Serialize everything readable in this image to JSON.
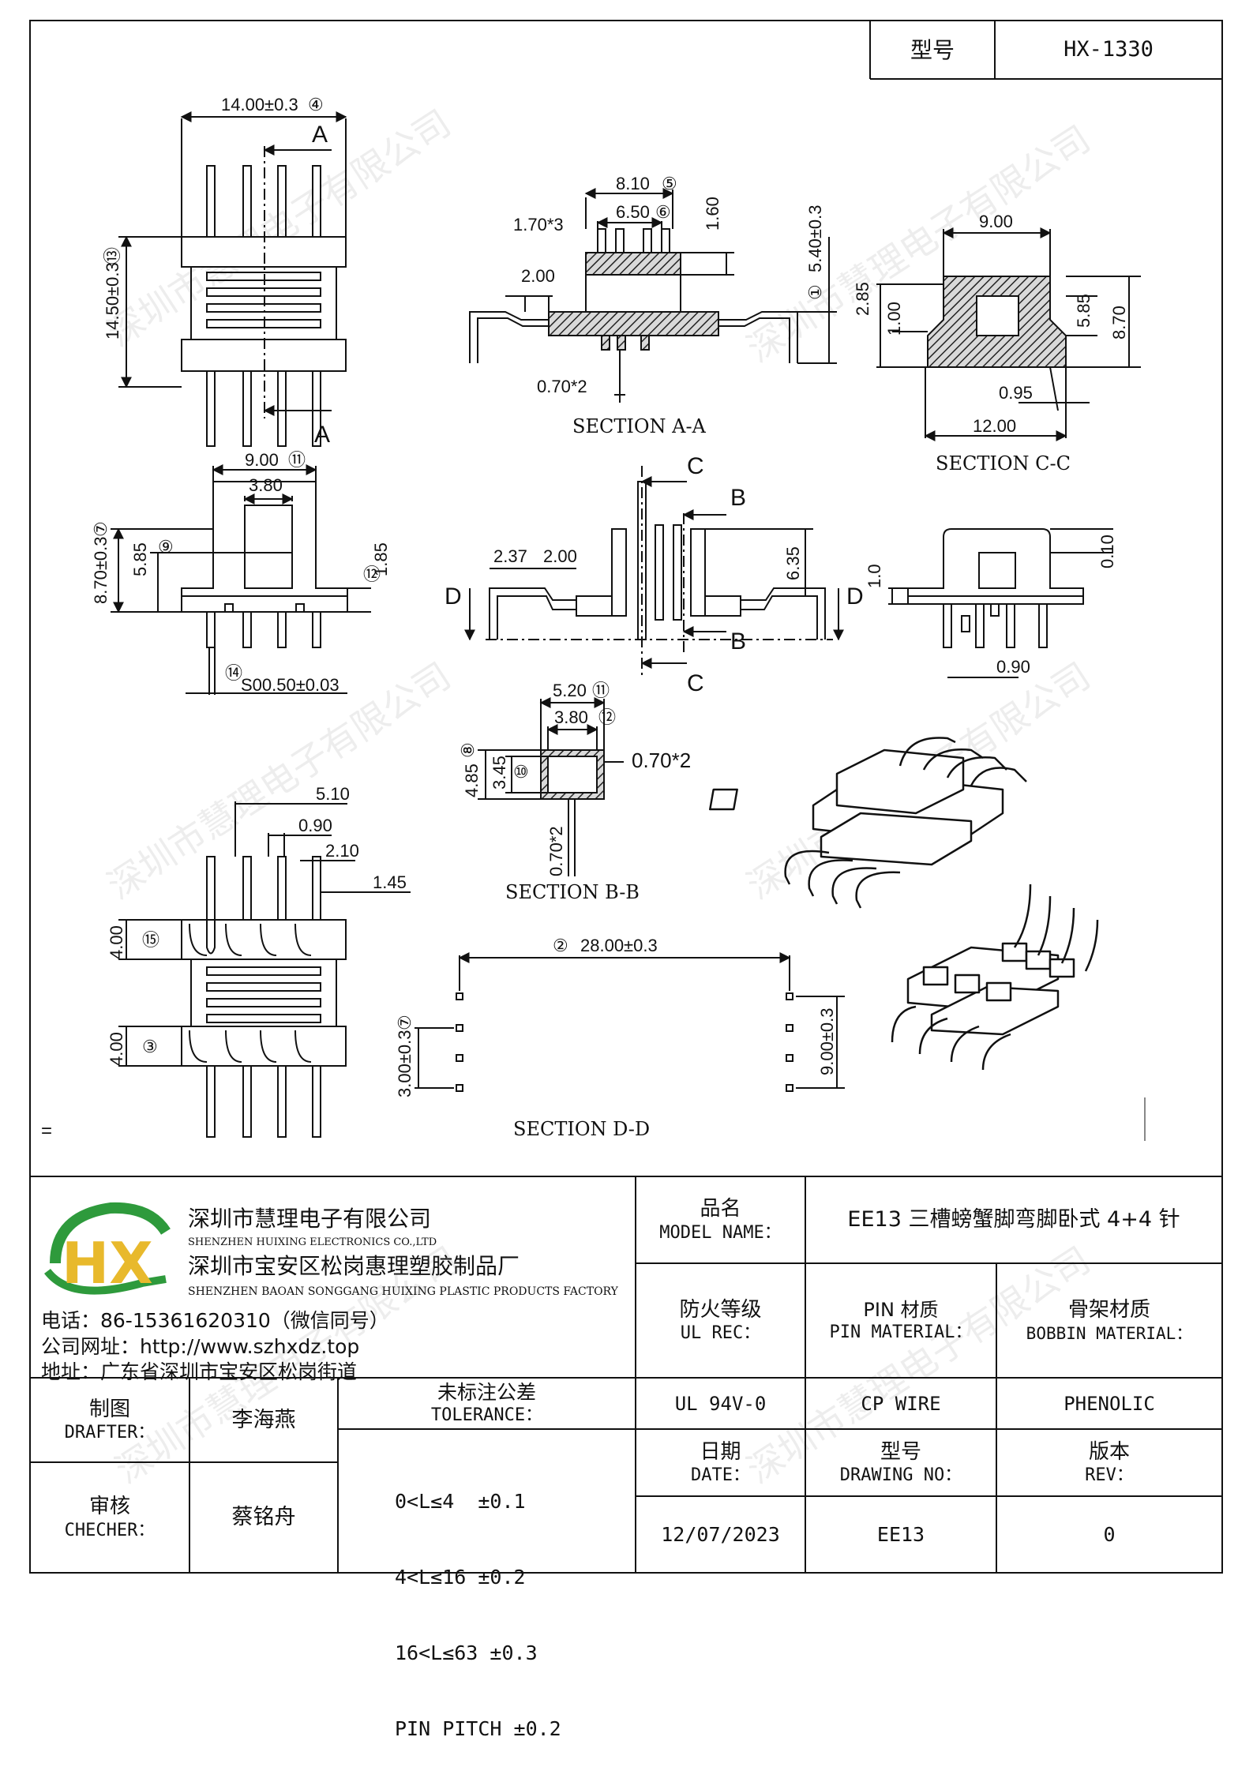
{
  "header": {
    "model_label": "型号",
    "model_value": "HX-1330"
  },
  "drawing": {
    "dims": {
      "top_width": "14.00±0.3",
      "top_height": "14.50±0.3",
      "sec_a": "A",
      "a_w810": "8.10",
      "a_w650": "6.50",
      "a_170x3": "1.70*3",
      "a_160": "1.60",
      "a_200": "2.00",
      "a_540": "5.40±0.3",
      "a_070x2": "0.70*2",
      "c_900": "9.00",
      "c_285": "2.85",
      "c_100": "1.00",
      "c_585": "5.85",
      "c_870": "8.70",
      "c_095": "0.95",
      "c_1200": "12.00",
      "f_900": "9.00",
      "f_380": "3.80",
      "f_870": "8.70±0.3",
      "f_585": "5.85",
      "f_185": "1.85",
      "f_pin": "S00.50±0.03",
      "m_c": "C",
      "m_b": "B",
      "m_d": "D",
      "m_237": "2.37",
      "m_200": "2.00",
      "m_635": "6.35",
      "s_10": "1.0",
      "s_010": "0.10",
      "s_090": "0.90",
      "b_520": "5.20",
      "b_380": "3.80",
      "b_485": "4.85",
      "b_345": "3.45",
      "b_070x2": "0.70*2",
      "b_070x2v": "0.70*2",
      "bt_510": "5.10",
      "bt_090": "0.90",
      "bt_210": "2.10",
      "bt_145": "1.45",
      "bt_400a": "4.00",
      "bt_400b": "4.00",
      "d_2800": "28.00±0.3",
      "d_300": "3.00±0.3",
      "d_900": "9.00±0.3"
    },
    "circles": {
      "c1": "①",
      "c2": "②",
      "c3": "③",
      "c4": "④",
      "c5": "⑤",
      "c6": "⑥",
      "c7": "⑦",
      "c8": "⑧",
      "c9": "⑨",
      "c10": "⑩",
      "c11": "⑪",
      "c12": "⑫",
      "c13": "⑬",
      "c14": "⑭",
      "c15": "⑮"
    },
    "sections": {
      "aa": "SECTION A-A",
      "bb": "SECTION B-B",
      "cc": "SECTION C-C",
      "dd": "SECTION D-D"
    },
    "stray_mark": "="
  },
  "watermark": "深圳市慧理电子有限公司",
  "company": {
    "name_cn": "深圳市慧理电子有限公司",
    "name_en": "SHENZHEN HUIXING ELECTRONICS CO.,LTD",
    "factory_cn": "深圳市宝安区松岗惠理塑胶制品厂",
    "factory_en": "SHENZHEN BAOAN SONGGANG HUIXING PLASTIC PRODUCTS FACTORY",
    "phone": "电话：86-15361620310（微信同号）",
    "website": "公司网址：http://www.szhxdz.top",
    "address": "地址：广东省深圳市宝安区松岗街道",
    "logo_text": "HX",
    "logo_colors": {
      "green": "#2e9a3c",
      "yellow": "#e8b92c"
    }
  },
  "title_block": {
    "model_name_cn": "品名",
    "model_name_en": "MODEL NAME：",
    "model_name_value": "EE13 三槽螃蟹脚弯脚卧式 4+4 针",
    "ul_cn": "防火等级",
    "ul_en": "UL REC：",
    "pin_cn": "PIN 材质",
    "pin_en": "PIN MATERIAL：",
    "bobbin_cn": "骨架材质",
    "bobbin_en": "BOBBIN MATERIAL：",
    "ul_value": "UL 94V-0",
    "pin_value": "CP WIRE",
    "bobbin_value": "PHENOLIC",
    "drafter_cn": "制图",
    "drafter_en": "DRAFTER：",
    "drafter_name": "李海燕",
    "checker_cn": "审核",
    "checker_en": "CHECHER：",
    "checker_name": "蔡铭舟",
    "tolerance_cn": "未标注公差",
    "tolerance_en": "TOLERANCE：",
    "tolerance_lines": [
      "0<L≤4  ±0.1",
      "4<L≤16 ±0.2",
      "16<L≤63 ±0.3",
      "PIN PITCH ±0.2"
    ],
    "date_cn": "日期",
    "date_en": "DATE：",
    "date_value": "12/07/2023",
    "drawing_no_cn": "型号",
    "drawing_no_en": "DRAWING NO：",
    "drawing_no_value": "EE13",
    "rev_cn": "版本",
    "rev_en": "REV：",
    "rev_value": "0"
  }
}
